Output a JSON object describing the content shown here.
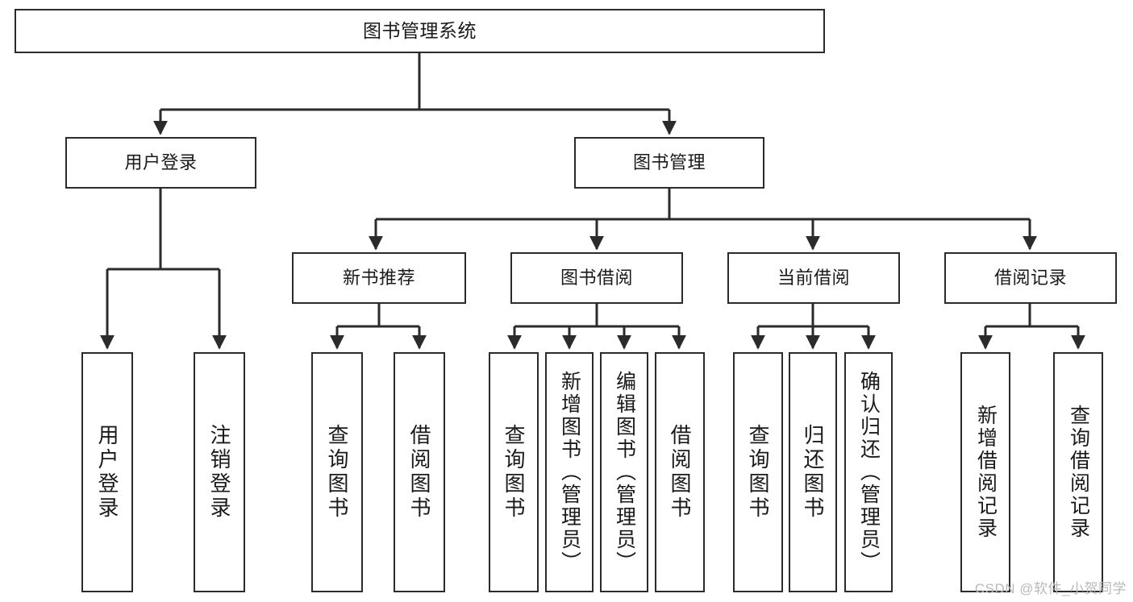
{
  "diagram": {
    "type": "tree",
    "title": "图书管理系统",
    "watermark": "CSDN @软件_小贺同学",
    "colors": {
      "stroke": "#2b2b2b",
      "fill": "#ffffff",
      "text": "#1a1a1a",
      "watermark": "#b9b9b9"
    },
    "root": {
      "label": "图书管理系统"
    },
    "level1": [
      {
        "label": "用户登录"
      },
      {
        "label": "图书管理"
      }
    ],
    "level2": [
      {
        "label": "新书推荐"
      },
      {
        "label": "图书借阅"
      },
      {
        "label": "当前借阅"
      },
      {
        "label": "借阅记录"
      }
    ],
    "leaves": {
      "user_login": [
        {
          "label": "用户登录"
        },
        {
          "label": "注销登录"
        }
      ],
      "new_book_recommend": [
        {
          "label": "查询图书"
        },
        {
          "label": "借阅图书"
        }
      ],
      "book_borrow": [
        {
          "label": "查询图书"
        },
        {
          "label": "新增图书（管理员）"
        },
        {
          "label": "编辑图书（管理员）"
        },
        {
          "label": "借阅图书"
        }
      ],
      "current_borrow": [
        {
          "label": "查询图书"
        },
        {
          "label": "归还图书"
        },
        {
          "label": "确认归还（管理员）"
        }
      ],
      "borrow_record": [
        {
          "label": "新增借阅记录"
        },
        {
          "label": "查询借阅记录"
        }
      ]
    }
  }
}
